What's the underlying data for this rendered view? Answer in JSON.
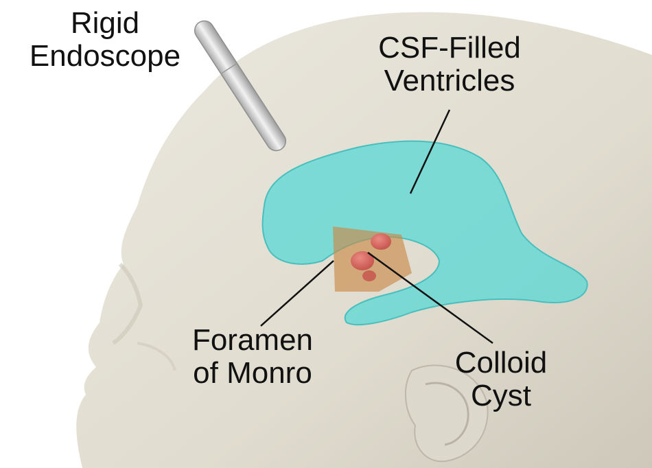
{
  "labels": {
    "endoscope": [
      "Rigid",
      "Endoscope"
    ],
    "csf": [
      "CSF-Filled",
      "Ventricles"
    ],
    "foramen": [
      "Foramen",
      "of Monro"
    ],
    "cyst": [
      "Colloid",
      "Cyst"
    ]
  },
  "colors": {
    "background": "#ffffff",
    "head": "#e3dfd4",
    "head_shadow": "#c9c4b6",
    "ventricles": "#5fd8d6",
    "cyst_block": "#c98a4a",
    "cyst": "#d9605a",
    "endoscope": "#d6d6d6",
    "leader_lines": "#111111"
  }
}
